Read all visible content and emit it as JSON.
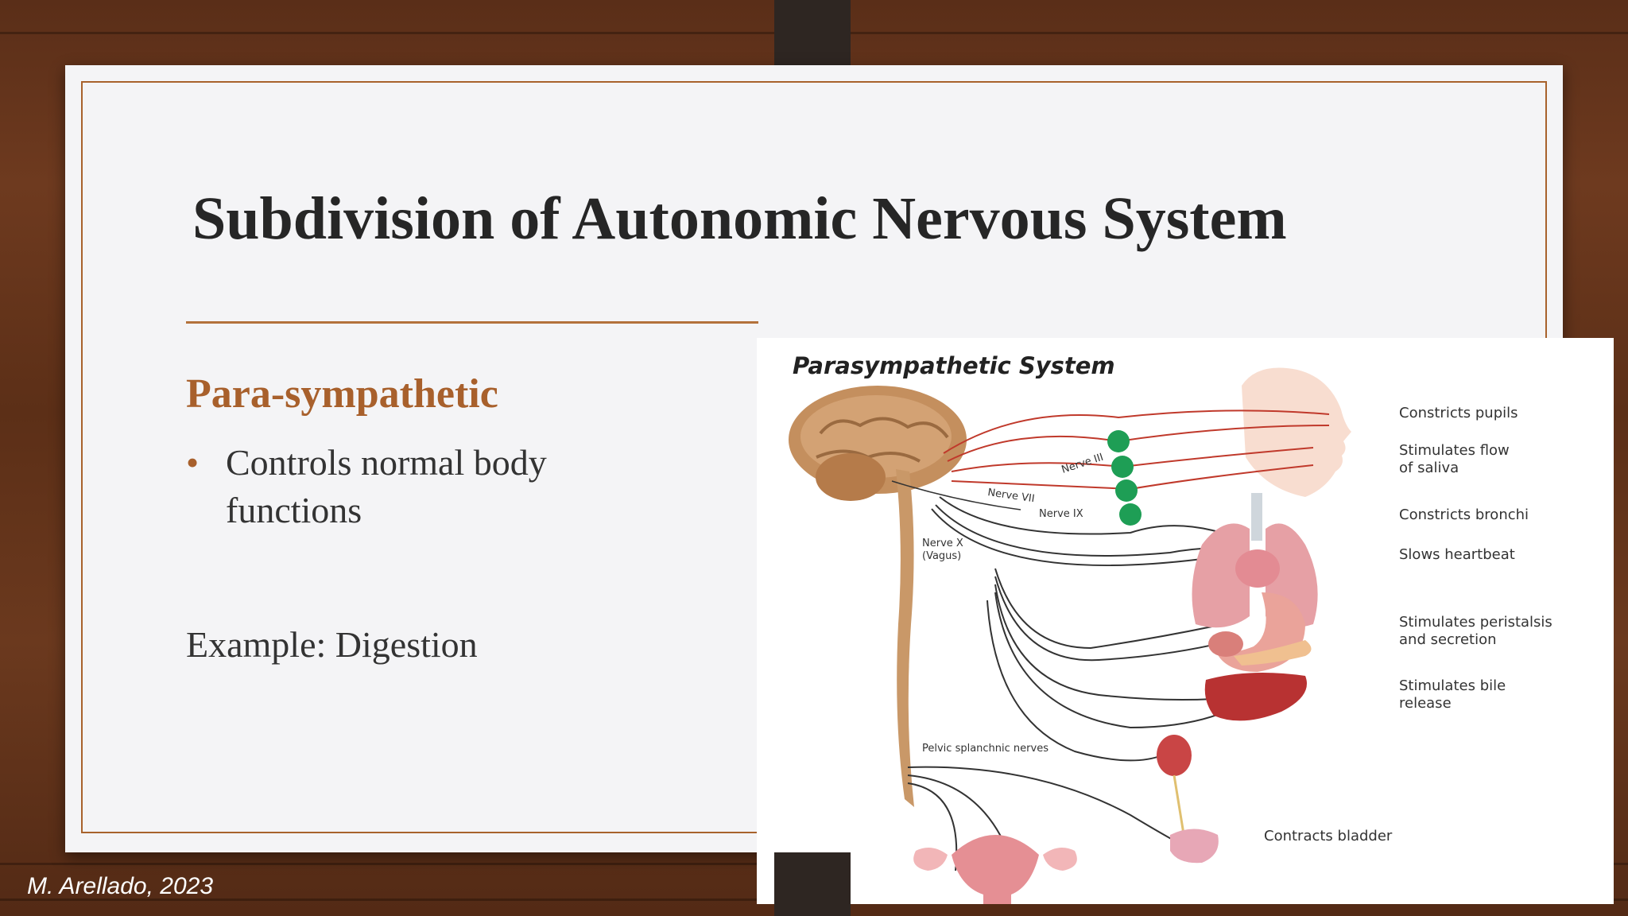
{
  "slide": {
    "title": "Subdivision of  Autonomic Nervous System",
    "subtitle": "Para-sympathetic",
    "bullet": "Controls normal body functions",
    "example": "Example: Digestion"
  },
  "diagram": {
    "title": "Parasympathetic System",
    "nerve_labels": {
      "n3": "Nerve III",
      "n7": "Nerve VII",
      "n9": "Nerve IX",
      "n10a": "Nerve X",
      "n10b": "(Vagus)",
      "pelvic": "Pelvic splanchnic nerves"
    },
    "effects": [
      {
        "l1": "Constricts pupils",
        "l2": ""
      },
      {
        "l1": "Stimulates flow",
        "l2": "of saliva"
      },
      {
        "l1": "Constricts bronchi",
        "l2": ""
      },
      {
        "l1": "Slows heartbeat",
        "l2": ""
      },
      {
        "l1": "Stimulates peristalsis",
        "l2": "and secretion"
      },
      {
        "l1": "Stimulates bile",
        "l2": "release"
      },
      {
        "l1": "Contracts bladder",
        "l2": ""
      }
    ]
  },
  "footer": {
    "credit": "M. Arellado, 2023"
  },
  "colors": {
    "accent": "#a8602c",
    "title": "#262626",
    "nerve_red": "#c0392b",
    "ganglion": "#1e9e55"
  }
}
